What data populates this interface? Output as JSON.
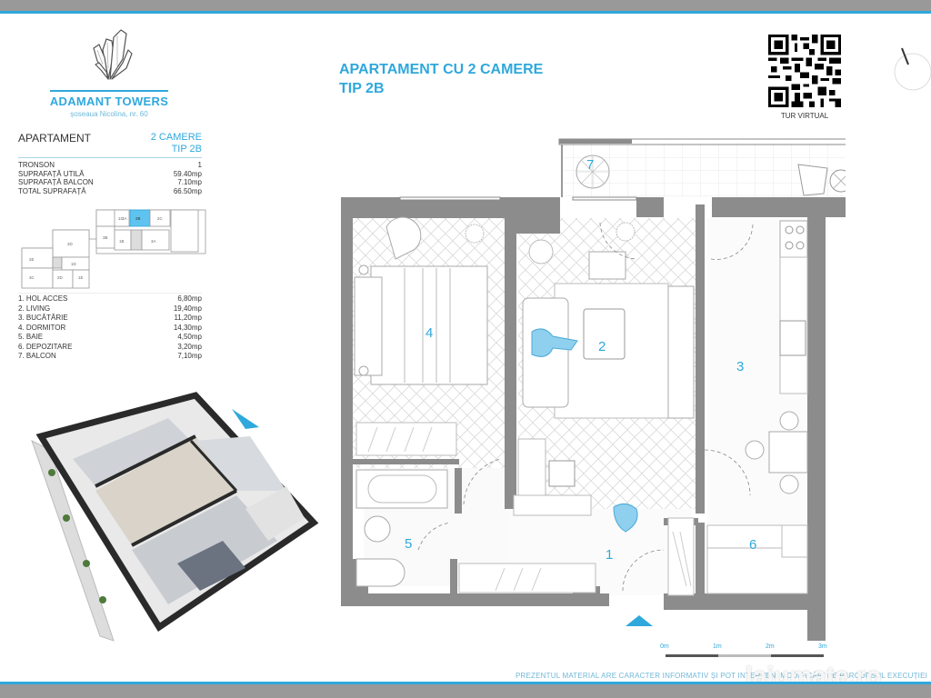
{
  "brand": {
    "name": "ADAMANT TOWERS",
    "address": "șoseaua Nicolina, nr. 60",
    "icon": "crystal-logo-icon"
  },
  "title": {
    "line1": "APARTAMENT CU 2 CAMERE",
    "line2": "TIP 2B"
  },
  "spec": {
    "label": "APARTAMENT",
    "type_line1": "2 CAMERE",
    "type_line2": "TIP 2B",
    "rows": [
      {
        "label": "TRONSON",
        "value": "1"
      },
      {
        "label": "SUPRAFAȚĂ UTILĂ",
        "value": "59.40mp"
      },
      {
        "label": "SUPRAFAȚĂ BALCON",
        "value": "7.10mp"
      },
      {
        "label": "TOTAL SUPRAFAȚĂ",
        "value": "66.50mp"
      }
    ]
  },
  "building_plan": {
    "highlighted_unit": "2B",
    "units": [
      "2A",
      "1C",
      "2B",
      "2C",
      "3B",
      "1B",
      "3A",
      "2D",
      "2E",
      "3C",
      "2D",
      "1D",
      "1E"
    ]
  },
  "rooms": [
    {
      "label": "1. HOL ACCES",
      "area": "6,80mp"
    },
    {
      "label": "2. LIVING",
      "area": "19,40mp"
    },
    {
      "label": "3. BUCĂTĂRIE",
      "area": "11,20mp"
    },
    {
      "label": "4. DORMITOR",
      "area": "14,30mp"
    },
    {
      "label": "5. BAIE",
      "area": "4,50mp"
    },
    {
      "label": "6. DEPOZITARE",
      "area": "3,20mp"
    },
    {
      "label": "7. BALCON",
      "area": "7,10mp"
    }
  ],
  "plan_labels": {
    "r1": "1",
    "r2": "2",
    "r3": "3",
    "r4": "4",
    "r5": "5",
    "r6": "6",
    "r7": "7"
  },
  "qr": {
    "label": "TUR VIRTUAL",
    "icon": "qr-code-icon"
  },
  "compass": {
    "icon": "north-compass-icon"
  },
  "scale": {
    "labels": [
      "0m",
      "1m",
      "2m",
      "3m"
    ]
  },
  "footer": {
    "disclaimer": "PREZENTUL MATERIAL ARE CARACTER INFORMATIV ȘI POT INTERVENI MODIFICĂRI PE PARCURSUL EXECUȚIEI",
    "watermark": "lajumate.ro"
  },
  "colors": {
    "accent": "#2fa8dc",
    "wall": "#8c8c8c",
    "frame": "#999999"
  }
}
